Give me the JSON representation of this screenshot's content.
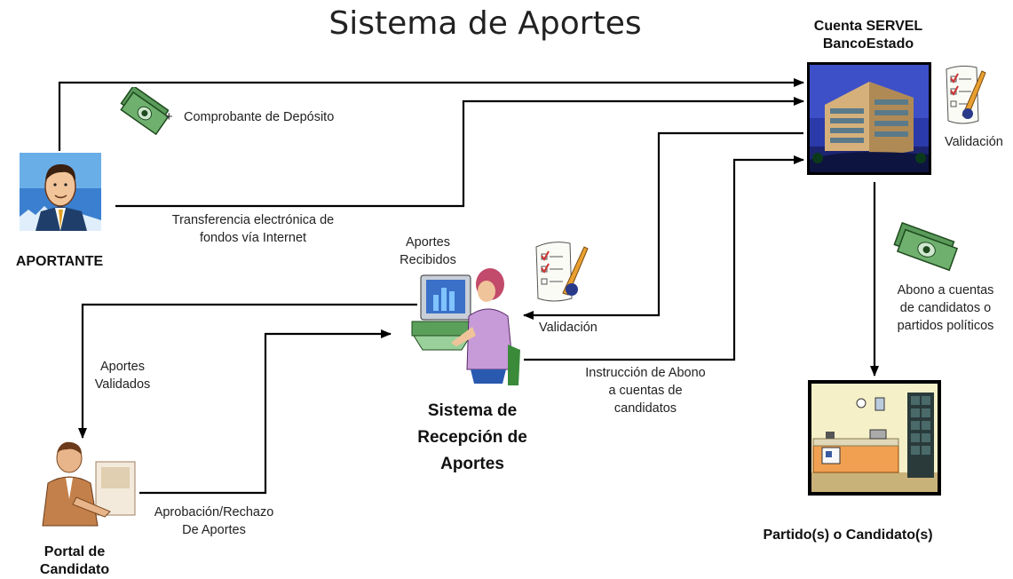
{
  "title": "Sistema de Aportes",
  "nodes": {
    "aportante": {
      "label": "APORTANTE",
      "icon": "businessman-icon"
    },
    "bank": {
      "label_line1": "Cuenta SERVEL",
      "label_line2": "BancoEstado",
      "icon": "bank-building-icon"
    },
    "system": {
      "label_line1": "Sistema de",
      "label_line2": "Recepción de",
      "label_line3": "Aportes",
      "icon": "computer-operator-icon"
    },
    "portal": {
      "label_line1": "Portal de",
      "label_line2": "Candidato",
      "icon": "office-worker-icon"
    },
    "party": {
      "label": "Partido(s) o Candidato(s)",
      "icon": "office-room-icon"
    }
  },
  "edge_labels": {
    "deposit": "Comprobante de Depósito",
    "deposit_plus": "+",
    "transfer_line1": "Transferencia electrónica de",
    "transfer_line2": "fondos vía Internet",
    "bank_validation": "Validación",
    "received_line1": "Aportes",
    "received_line2": "Recibidos",
    "system_validation": "Validación",
    "validated_line1": "Aportes",
    "validated_line2": "Validados",
    "instruction_line1": "Instrucción de Abono",
    "instruction_line2": "a cuentas de",
    "instruction_line3": "candidatos",
    "approval_line1": "Aprobación/Rechazo",
    "approval_line2": "De Aportes",
    "credit_line1": "Abono a cuentas",
    "credit_line2": "de candidatos o",
    "credit_line3": "partidos políticos"
  },
  "icons": [
    "money-icon",
    "money-icon",
    "checklist-icon",
    "checklist-icon"
  ],
  "colors": {
    "line": "#000000",
    "background": "#ffffff",
    "money_green": "#4a8a4a"
  }
}
